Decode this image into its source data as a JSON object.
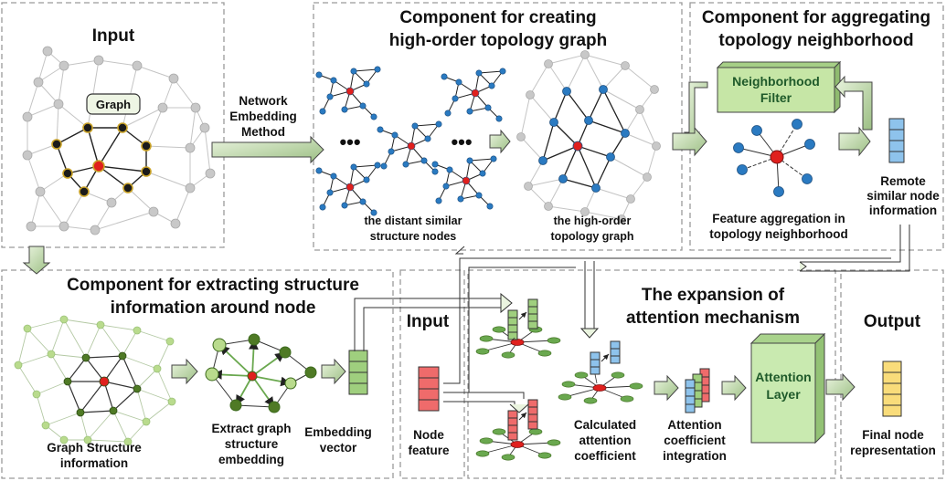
{
  "panels": {
    "input_top": {
      "title": "Input",
      "graph_label": "Graph"
    },
    "arrow_method": {
      "lines": [
        "Network",
        "Embedding",
        "Method"
      ]
    },
    "high_order": {
      "title_lines": [
        "Component for creating",
        "high-order topology graph"
      ],
      "ellipsis": "•••",
      "distant_caption": [
        "the distant similar",
        "structure nodes"
      ],
      "graph_caption": [
        "the high-order",
        "topology graph"
      ]
    },
    "aggregating": {
      "title_lines": [
        "Component for aggregating",
        "topology neighborhood"
      ],
      "filter_lines": [
        "Neighborhood",
        "Filter"
      ],
      "caption": [
        "Feature aggregation in",
        "topology neighborhood"
      ],
      "remote_lines": [
        "Remote",
        "similar node",
        "information"
      ]
    },
    "extracting": {
      "title_lines": [
        "Component for extracting structure",
        "information around node"
      ],
      "graph_caption": [
        "Graph Structure",
        "information"
      ],
      "extract_caption": [
        "Extract graph",
        "structure",
        "embedding"
      ],
      "vector_caption": [
        "Embedding",
        "vector"
      ]
    },
    "input_bottom": {
      "title": "Input",
      "caption": [
        "Node",
        "feature"
      ]
    },
    "attention": {
      "title_lines": [
        "The expansion of",
        "attention mechanism"
      ],
      "calc_caption": [
        "Calculated",
        "attention",
        "coefficient"
      ],
      "integ_caption": [
        "Attention",
        "coefficient",
        "integration"
      ],
      "layer_lines": [
        "Attention",
        "Layer"
      ]
    },
    "output": {
      "title": "Output",
      "caption": [
        "Final node",
        "representation"
      ]
    }
  },
  "colors": {
    "red_node": "#e0201d",
    "black_node": "#1b1b1b",
    "blue_node": "#2a7ac1",
    "gray_node": "#c8c8c8",
    "green_dark": "#4f7a25",
    "green_light": "#b9db8d",
    "ellipse_green": "#6aa84f",
    "vector_green": "#9fcf7e",
    "vector_blue": "#8ec3ec",
    "vector_red": "#ef6b6b",
    "vector_yellow": "#f9dc7a",
    "filter_green": "#c6e6a6",
    "layer_green": "#c9eab0",
    "arrow_fill": "#d6e8c8"
  }
}
